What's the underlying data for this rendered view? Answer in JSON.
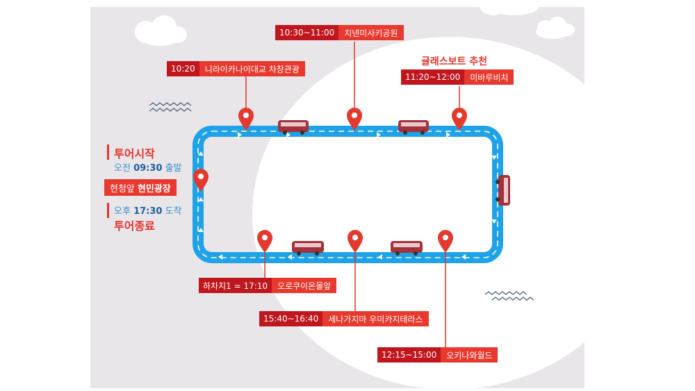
{
  "stops": {
    "top_left": {
      "time": "10:20",
      "place": "니라이카나이대교 차창관광"
    },
    "top_center": {
      "time": "10:30~11:00",
      "place": "치넨미사키공원"
    },
    "top_right": {
      "recommend": "글래스보트 추천",
      "time": "11:20~12:00",
      "place": "미바루비치"
    },
    "bottom_left": {
      "text": "하차지1 = 17:10",
      "place": "오로쿠이온몰앞"
    },
    "bottom_center": {
      "time": "15:40~16:40",
      "place": "세나가지마 우미카지테라스"
    },
    "bottom_right": {
      "time": "12:15~15:00",
      "place": "오키나와월드"
    }
  },
  "start": {
    "title": "투어시작",
    "prefix": "오전",
    "time": "09:30",
    "suffix": "출발",
    "place_prefix": "현청앞",
    "place": "현민광장"
  },
  "end": {
    "prefix": "오후",
    "time": "17:30",
    "suffix": "도착",
    "title": "투어종료"
  },
  "colors": {
    "route": "#1fa3e6",
    "accent": "#e8392e",
    "accent_dark": "#c0161d",
    "pin": "#e23a2f",
    "bus": "#a3323a",
    "background": "#e9e6ea"
  }
}
